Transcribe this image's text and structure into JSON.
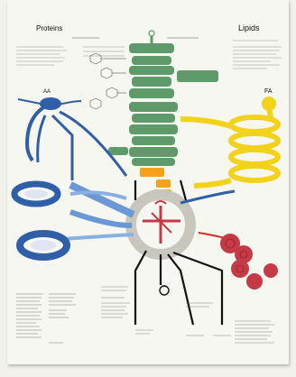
{
  "headings": {
    "left": "Proteins",
    "right": "Lipids",
    "fa_label": "FA",
    "aa_label": "AA"
  },
  "colors": {
    "proteins_pathway": "#2f5fa6",
    "carbohydrates_pathway": "#5f9a6a",
    "lipids_pathway": "#f2d21a",
    "cycle_center": "#c63a45",
    "connector": "#f4a21a"
  }
}
